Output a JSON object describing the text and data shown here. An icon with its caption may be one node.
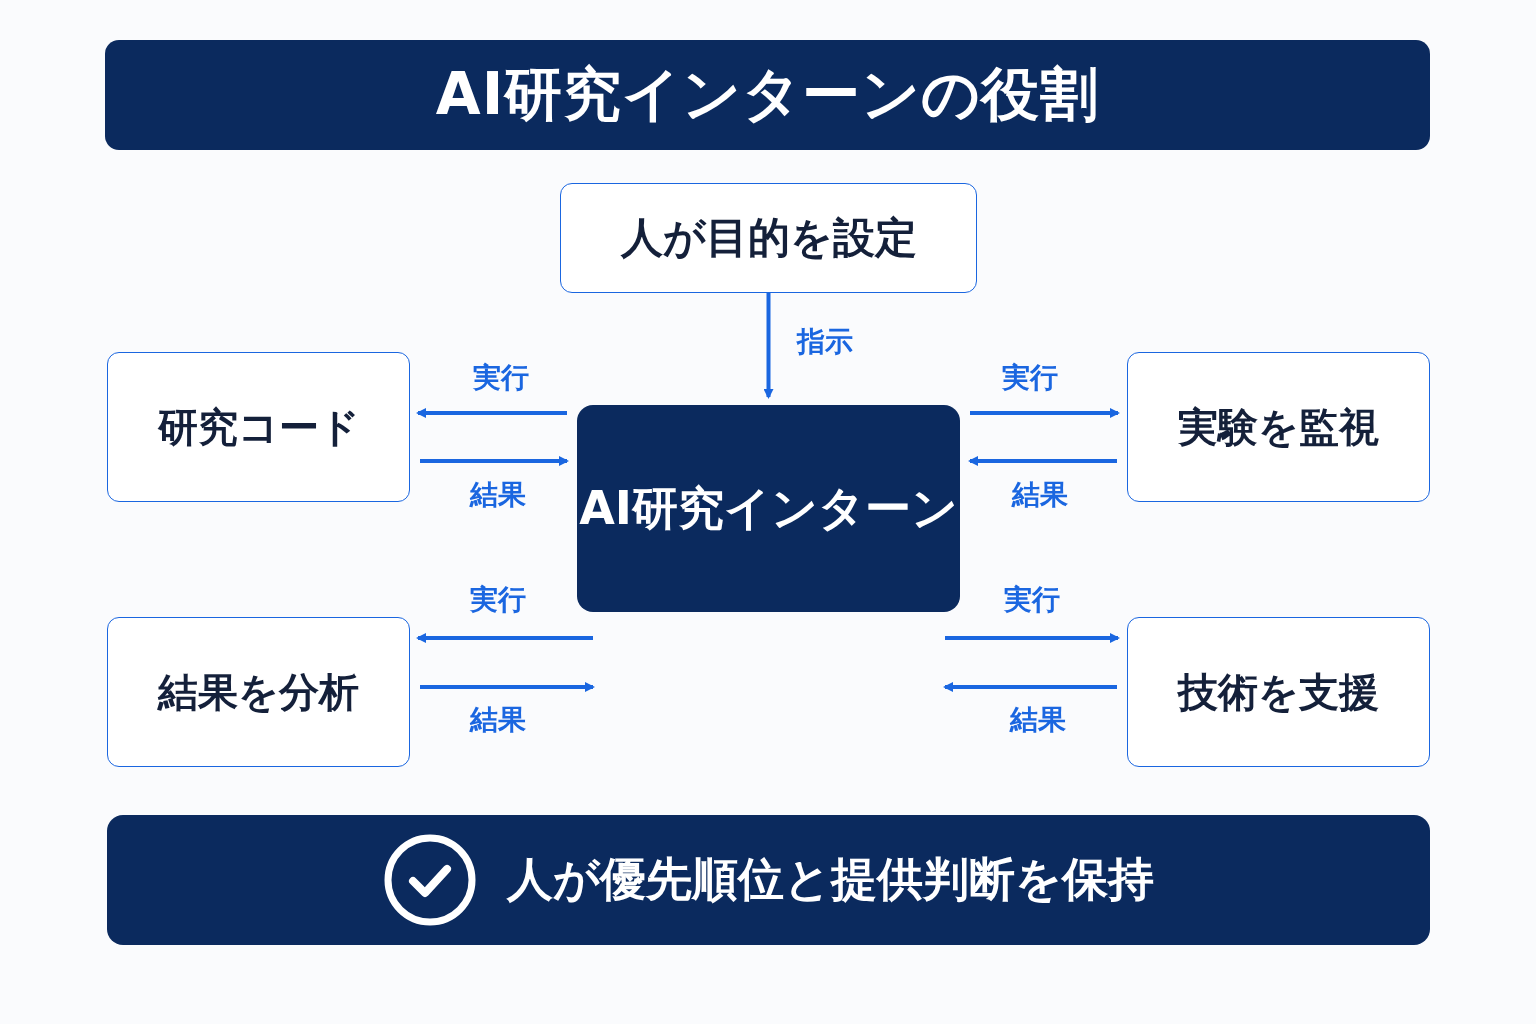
{
  "diagram": {
    "title": "AI研究インターンの役割",
    "nodes": [
      {
        "text": [
          "人が目的を設定"
        ]
      },
      {
        "text": [
          "研究コード"
        ]
      },
      {
        "text": [
          "AI研究インターン"
        ]
      },
      {
        "text": [
          "実験を監視"
        ]
      },
      {
        "text": [
          "結果を分析"
        ]
      },
      {
        "text": [
          "技術を支援"
        ]
      },
      {
        "text": [
          "人が優先順位と提供判断を保持"
        ]
      }
    ],
    "edges": [
      {
        "from": 0,
        "to": 2,
        "arrow": "to",
        "label": "指示"
      },
      {
        "from": 2,
        "to": 1,
        "arrow": "to",
        "label": "実行"
      },
      {
        "from": 1,
        "to": 2,
        "arrow": "to",
        "label": "結果"
      },
      {
        "from": 2,
        "to": 3,
        "arrow": "to",
        "label": "実行"
      },
      {
        "from": 3,
        "to": 2,
        "arrow": "to",
        "label": "結果"
      },
      {
        "from": 2,
        "to": 4,
        "arrow": "to",
        "label": "実行"
      },
      {
        "from": 4,
        "to": 2,
        "arrow": "to",
        "label": "結果"
      },
      {
        "from": 2,
        "to": 5,
        "arrow": "to",
        "label": "実行"
      },
      {
        "from": 5,
        "to": 2,
        "arrow": "to",
        "label": "結果"
      }
    ]
  }
}
